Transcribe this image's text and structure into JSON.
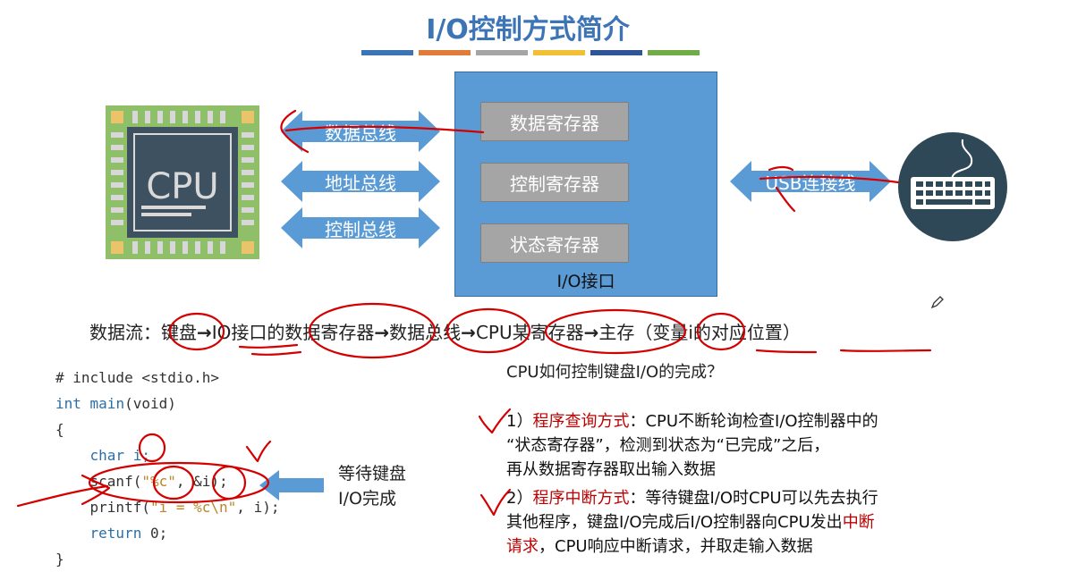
{
  "slide": {
    "title": "I/O控制方式简介",
    "title_bar_colors": [
      "#3d74b6",
      "#e07b39",
      "#a5a5a5",
      "#f2c037",
      "#2f5597",
      "#70ad47"
    ],
    "buses": [
      "数据总线",
      "地址总线",
      "控制总线"
    ],
    "io_interface": {
      "registers": [
        "数据寄存器",
        "控制寄存器",
        "状态寄存器"
      ],
      "label": "I/O接口"
    },
    "usb_label": "USB连接线",
    "cpu_chip_text": "CPU",
    "dataflow": {
      "prefix": "数据流：",
      "s1": "键盘",
      "s2": "IO接口的数据寄存器",
      "s3": "数据总线",
      "s4": "CPU某寄存器",
      "s5": "主存",
      "suffix": "（变量i的对应位置）",
      "arrow": "→"
    },
    "code": {
      "l1": "# include <stdio.h>",
      "l2_kw": "int",
      "l2_fn": " main",
      "l2_rest": "(void)",
      "l3": "{",
      "l4": "    char i;",
      "l5a": "    scanf(",
      "l5b": "\"%c\"",
      "l5c": ", &i);",
      "l6a": "    printf(",
      "l6b": "\"i = %c\\n\"",
      "l6c": ", i);",
      "l7a": "    return",
      "l7b": " 0;",
      "l8": "}"
    },
    "wait_note": [
      "等待键盘",
      "I/O完成"
    ],
    "question": "CPU如何控制键盘I/O的完成？",
    "method1": {
      "num": "1）",
      "name": "程序查询方式",
      "line1": "：CPU不断轮询检查I/O控制器中的",
      "line2": "“状态寄存器”，检测到状态为“已完成”之后，",
      "line3": "再从数据寄存器取出输入数据"
    },
    "method2": {
      "num": "2）",
      "name": "程序中断方式",
      "line1": "：等待键盘I/O时CPU可以先去执行",
      "line2a": "其他程序，键盘I/O完成后I/O控制器向CPU发出",
      "line2b": "中断",
      "line3a": "请求",
      "line3b": "，CPU响应中断请求，并取走输入数据"
    }
  }
}
